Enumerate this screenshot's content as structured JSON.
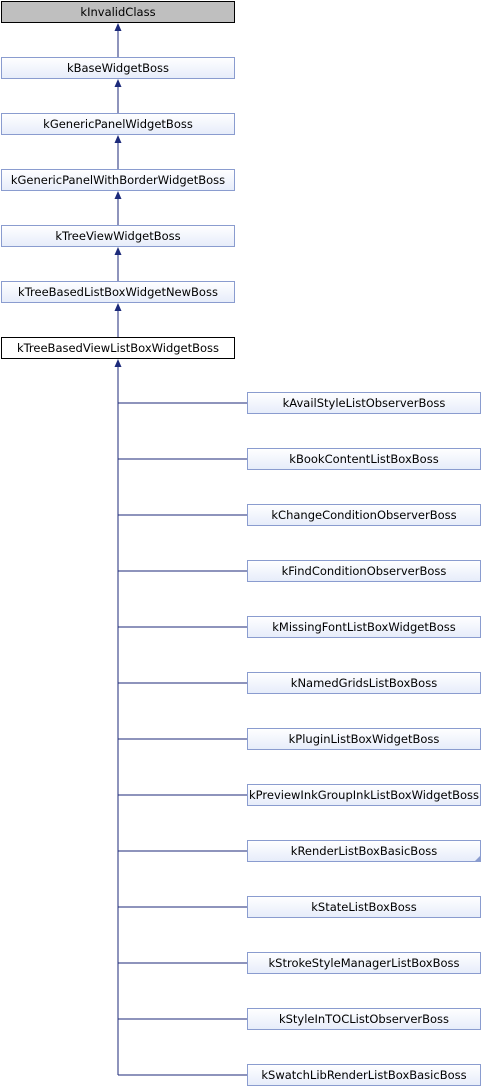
{
  "diagram": {
    "colors": {
      "node_border": "#8a9ccf",
      "node_fill_top": "#ffffff",
      "node_fill_bottom": "#e6ecfa",
      "root_fill": "#bfbfbf",
      "root_border": "#000000",
      "current_border": "#000000",
      "edge": "#1c2a7a"
    },
    "ancestors": [
      "kInvalidClass",
      "kBaseWidgetBoss",
      "kGenericPanelWidgetBoss",
      "kGenericPanelWithBorderWidgetBoss",
      "kTreeViewWidgetBoss",
      "kTreeBasedListBoxWidgetNewBoss",
      "kTreeBasedViewListBoxWidgetBoss"
    ],
    "children": [
      {
        "label": "kAvailStyleListObserverBoss"
      },
      {
        "label": "kBookContentListBoxBoss"
      },
      {
        "label": "kChangeConditionObserverBoss"
      },
      {
        "label": "kFindConditionObserverBoss"
      },
      {
        "label": "kMissingFontListBoxWidgetBoss"
      },
      {
        "label": "kNamedGridsListBoxBoss"
      },
      {
        "label": "kPluginListBoxWidgetBoss"
      },
      {
        "label": "kPreviewInkGroupInkListBoxWidgetBoss"
      },
      {
        "label": "kRenderListBoxBasicBoss",
        "has_more": true
      },
      {
        "label": "kStateListBoxBoss"
      },
      {
        "label": "kStrokeStyleManagerListBoxBoss"
      },
      {
        "label": "kStyleInTOCListObserverBoss"
      },
      {
        "label": "kSwatchLibRenderListBoxBasicBoss"
      }
    ]
  }
}
